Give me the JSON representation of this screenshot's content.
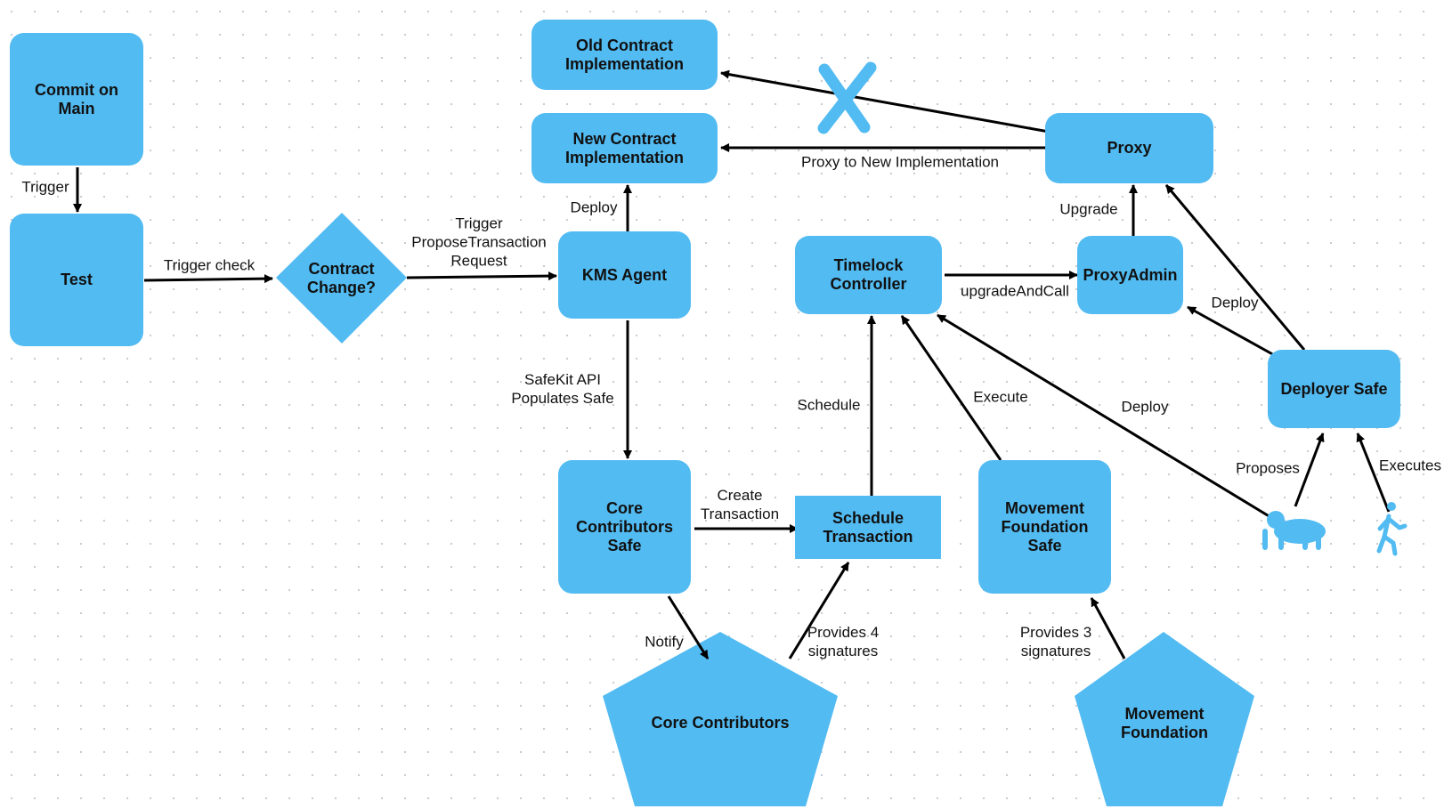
{
  "colors": {
    "node": "#52bbf2",
    "edge": "#000000",
    "cross": "#52bbf2"
  },
  "nodes": {
    "commit": "Commit on\nMain",
    "test": "Test",
    "contract_change": "Contract\nChange?",
    "kms_agent": "KMS Agent",
    "old_impl": "Old Contract\nImplementation",
    "new_impl": "New Contract\nImplementation",
    "proxy": "Proxy",
    "timelock": "Timelock\nController",
    "proxy_admin": "ProxyAdmin",
    "deployer_safe": "Deployer Safe",
    "core_safe": "Core\nContributors\nSafe",
    "schedule_tx": "Schedule\nTransaction",
    "mf_safe": "Movement\nFoundation\nSafe",
    "core_contributors": "Core Contributors",
    "movement_foundation": "Movement\nFoundation"
  },
  "edges": {
    "trigger": "Trigger",
    "trigger_check": "Trigger check",
    "trigger_propose": "Trigger\nProposeTransaction\nRequest",
    "deploy_kms": "Deploy",
    "proxy_new_impl": "Proxy to New Implementation",
    "upgrade": "Upgrade",
    "upgrade_and_call": "upgradeAndCall",
    "deploy_admin": "Deploy",
    "safekit": "SafeKit API\nPopulates Safe",
    "schedule": "Schedule",
    "execute": "Execute",
    "deploy_timelock": "Deploy",
    "proposes": "Proposes",
    "executes": "Executes",
    "create_tx": "Create\nTransaction",
    "notify": "Notify",
    "provides4": "Provides 4\nsignatures",
    "provides3": "Provides 3\nsignatures"
  },
  "icons": [
    "gorilla-icon",
    "walking-person-icon",
    "cross-x-icon"
  ]
}
